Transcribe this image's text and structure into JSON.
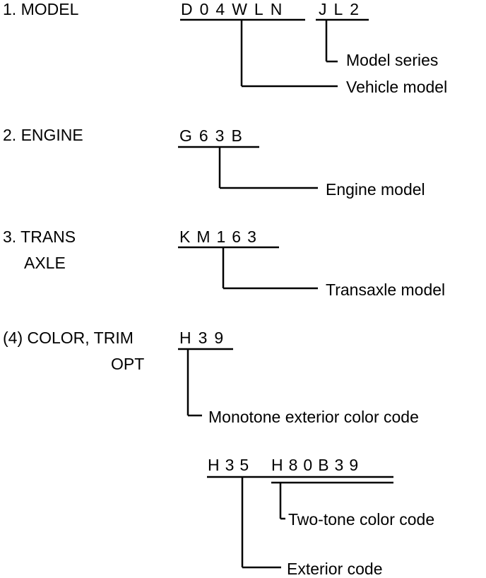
{
  "model": {
    "label": "1. MODEL",
    "code_a": "D04WLN",
    "code_b": "JL2",
    "callout_1": "Model series",
    "callout_2": "Vehicle model"
  },
  "engine": {
    "label": "2. ENGINE",
    "code": "G63B",
    "callout": "Engine model"
  },
  "trans": {
    "label_line1": "3. TRANS",
    "label_line2": "AXLE",
    "code": "KM163",
    "callout": "Transaxle model"
  },
  "color": {
    "label_line1": "(4) COLOR, TRIM",
    "label_line2": "OPT",
    "code": "H39",
    "callout": "Monotone exterior color code",
    "twotone_code_a": "H35",
    "twotone_code_b": "H80B39",
    "callout_twotone": "Two-tone color code",
    "callout_exterior": "Exterior code"
  }
}
